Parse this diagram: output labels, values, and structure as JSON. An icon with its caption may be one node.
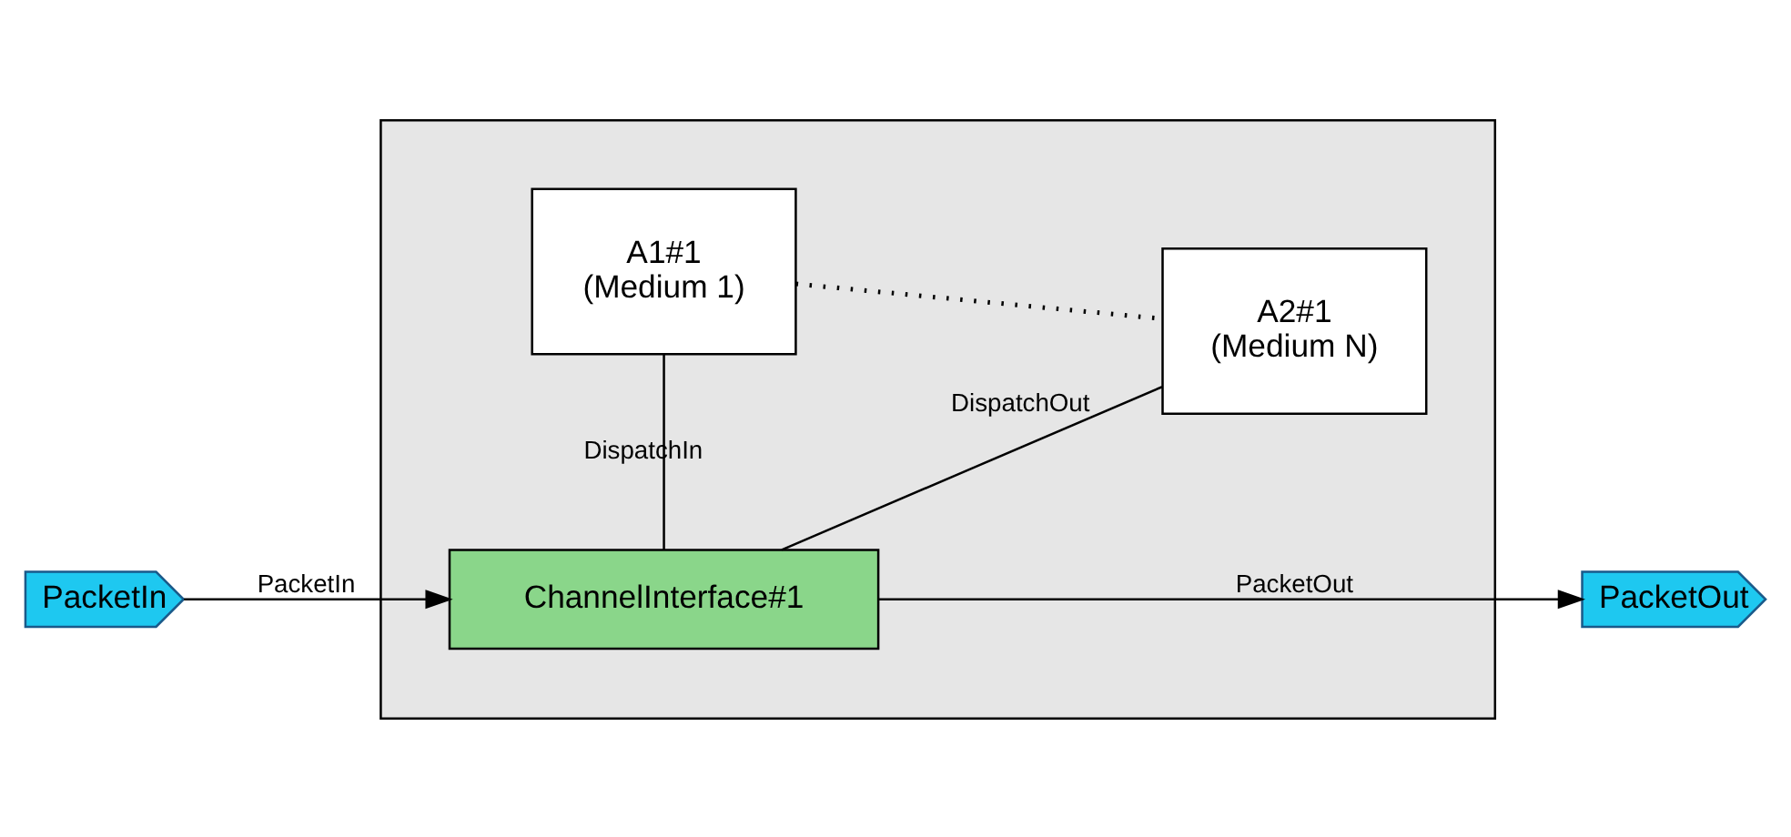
{
  "diagram": {
    "nodes": [
      {
        "text": [],
        "shape": "box"
      },
      {
        "text": [
          "PacketIn"
        ]
      },
      {
        "text": [
          "ChannelInterface#1"
        ],
        "in": 0
      },
      {
        "text": [
          "A1#1",
          "(Medium 1)"
        ],
        "in": 0
      },
      {
        "text": [
          "A2#1",
          "(Medium N)"
        ],
        "in": 0
      },
      {
        "text": [
          "PacketOut"
        ]
      }
    ],
    "edges": [
      {
        "from": 1,
        "to": 2,
        "arrow": "to",
        "label": "PacketIn"
      },
      {
        "from": 2,
        "to": 5,
        "arrow": "to",
        "label": "PacketOut"
      },
      {
        "from": 2,
        "to": 4,
        "arrow": "none",
        "label": "DispatchOut"
      },
      {
        "from": 3,
        "to": 2,
        "arrow": "none",
        "label": "DispatchIn"
      },
      {
        "from": 3,
        "to": 4,
        "arrow": "none",
        "style": "dashed"
      }
    ]
  }
}
